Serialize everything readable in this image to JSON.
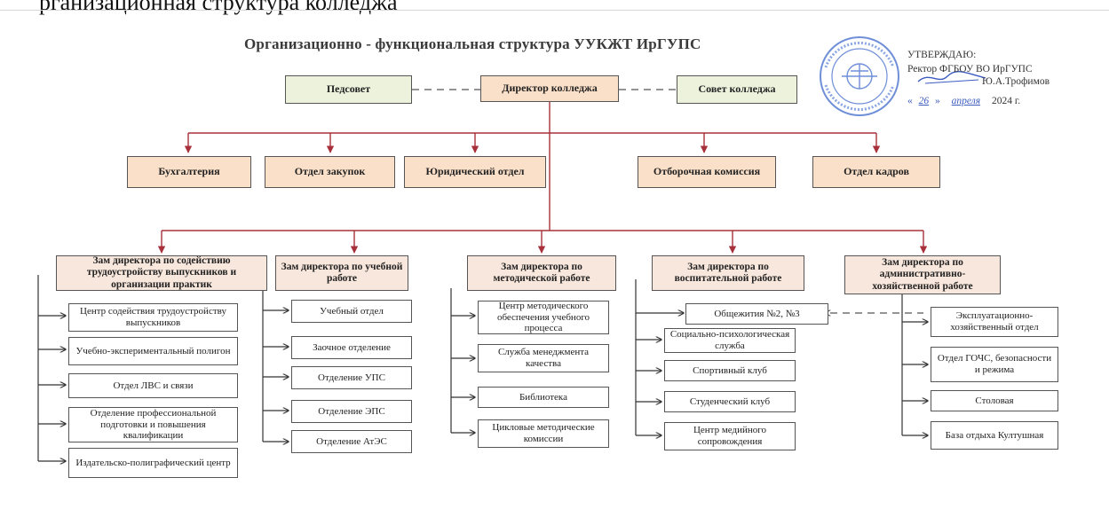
{
  "top_fragment": "рганизационная структура колледжа",
  "title": "Организационно - функциональная структура УУКЖТ ИрГУПС",
  "approval": {
    "line1": "УТВЕРЖДАЮ:",
    "line2": "Ректор ФГБОУ ВО ИрГУПС",
    "name": "Ю.А.Трофимов",
    "date_open": "«",
    "date_day": "26",
    "date_mid": "»",
    "date_month": "апреля",
    "date_year": "2024 г."
  },
  "top_row": {
    "left": "Педсовет",
    "center": "Директор колледжа",
    "right": "Совет колледжа"
  },
  "departments": [
    "Бухгалтерия",
    "Отдел закупок",
    "Юридический отдел",
    "Отборочная комиссия",
    "Отдел кадров"
  ],
  "deputies": [
    {
      "title": "Зам директора по содействию трудоустройству выпускников и организации практик",
      "units": [
        "Центр содействия трудоустройству выпускников",
        "Учебно-экспериментальный полигон",
        "Отдел ЛВС и связи",
        "Отделение профессиональной подготовки и повышения квалификации",
        "Издательско-полиграфический центр"
      ]
    },
    {
      "title": "Зам директора по учебной работе",
      "units": [
        "Учебный отдел",
        "Заочное отделение",
        "Отделение УПС",
        "Отделение ЭПС",
        "Отделение АтЭС"
      ]
    },
    {
      "title": "Зам директора по методической работе",
      "units": [
        "Центр методического обеспечения учебного процесса",
        "Служба менеджмента качества",
        "Библиотека",
        "Цикловые методические комиссии"
      ]
    },
    {
      "title": "Зам директора по воспитательной работе",
      "units": [
        "Общежития №2, №3",
        "Социально-психологическая служба",
        "Спортивный клуб",
        "Студенческий клуб",
        "Центр медийного сопровождения"
      ]
    },
    {
      "title": "Зам директора по административно-хозяйственной работе",
      "units": [
        "Эксплуатационно-хозяйственный отдел",
        "Отдел ГОЧС, безопасности и режима",
        "Столовая",
        "База отдыха Култушная"
      ]
    }
  ],
  "colors": {
    "arrow": "#a8303a",
    "dashed": "#555555",
    "box_green": "#edf2dd",
    "box_peach": "#fbe0c9",
    "stamp": "#6f8fd8"
  }
}
